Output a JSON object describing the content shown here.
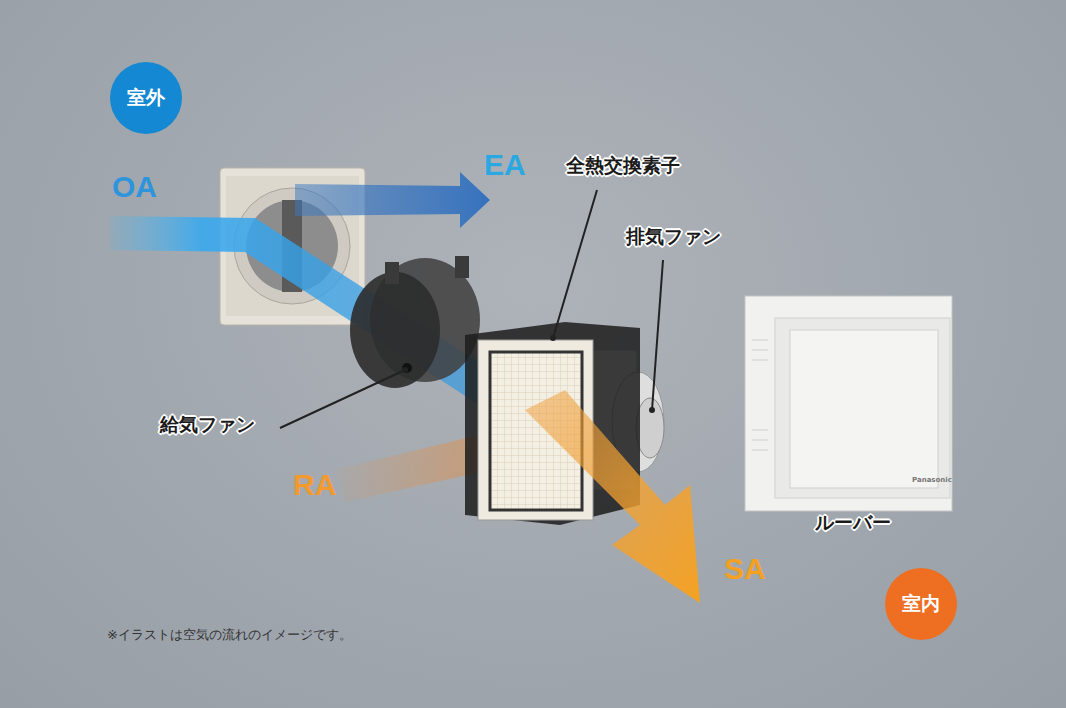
{
  "diagram": {
    "nodes": [
      {
        "text": [
          "室外"
        ]
      },
      {
        "text": [
          "室内"
        ]
      }
    ],
    "labels": [
      "OA",
      "EA",
      "全熱交換素子",
      "排気ファン",
      "給気ファン",
      "RA",
      "SA",
      "ルーバー",
      "Panasonic",
      "※イラストは空気の流れのイメージです。"
    ]
  }
}
